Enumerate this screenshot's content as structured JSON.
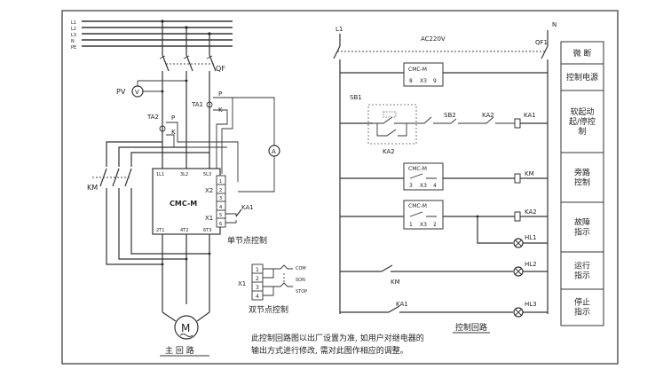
{
  "main_circuit": {
    "phase_labels": [
      "L1",
      "L2",
      "L3",
      "N",
      "PE"
    ],
    "qf_label": "QF",
    "pv_label": "PV",
    "v_symbol": "V",
    "ta1_label": "TA1",
    "ta2_label": "TA2",
    "p_label": "P",
    "k_label": "K",
    "a_symbol": "A",
    "km_label": "KM",
    "cmc_model": "CMC-M",
    "terminal_in": [
      "1L1",
      "3L2",
      "5L3"
    ],
    "terminal_out": [
      "2T1",
      "4T2",
      "6T3"
    ],
    "x2_label": "X2",
    "x1_label": "X1",
    "side_terminals": [
      "1",
      "2",
      "3",
      "4",
      "5",
      "6"
    ],
    "ka1_label": "KA1",
    "motor_symbol": "M",
    "single_point_caption": "单节点控制",
    "double_point_caption": "双节点控制",
    "x1_small_label": "X1",
    "small_terminals": [
      "1",
      "2",
      "3",
      "4"
    ],
    "com_label": "COM",
    "son_label": "SON",
    "stop_label": "STOP",
    "caption": "主 回 路"
  },
  "control_circuit": {
    "l1_label": "L1",
    "n_label": "N",
    "ac_label": "AC220V",
    "qf1_label": "QF1",
    "cmc_model": "CMC-M",
    "x3_label": "X3",
    "row1_terms": [
      "8",
      "9"
    ],
    "row3_terms": [
      "3",
      "4"
    ],
    "row4_terms": [
      "1",
      "2"
    ],
    "sb1_label": "SB1",
    "sb2_label": "SB2",
    "ka2_label": "KA2",
    "ka1_label": "KA1",
    "km_label": "KM",
    "ka2_coil": "KA2",
    "km_coil": "KM",
    "ka1_coil": "KA1",
    "hl1_label": "HL1",
    "hl2_label": "HL2",
    "hl3_label": "HL3",
    "caption": "控制回路"
  },
  "legend_table": {
    "rows": [
      "微 断",
      "控制电源",
      "软起动\n起/停控\n制",
      "旁路\n控制",
      "故障\n指示",
      "运行\n指示",
      "停止\n指示"
    ]
  },
  "note": {
    "line1": "此控制回路图以出厂设置为准, 如用户对继电器的",
    "line2": "输出方式进行修改, 需对此图作相应的调整。"
  }
}
